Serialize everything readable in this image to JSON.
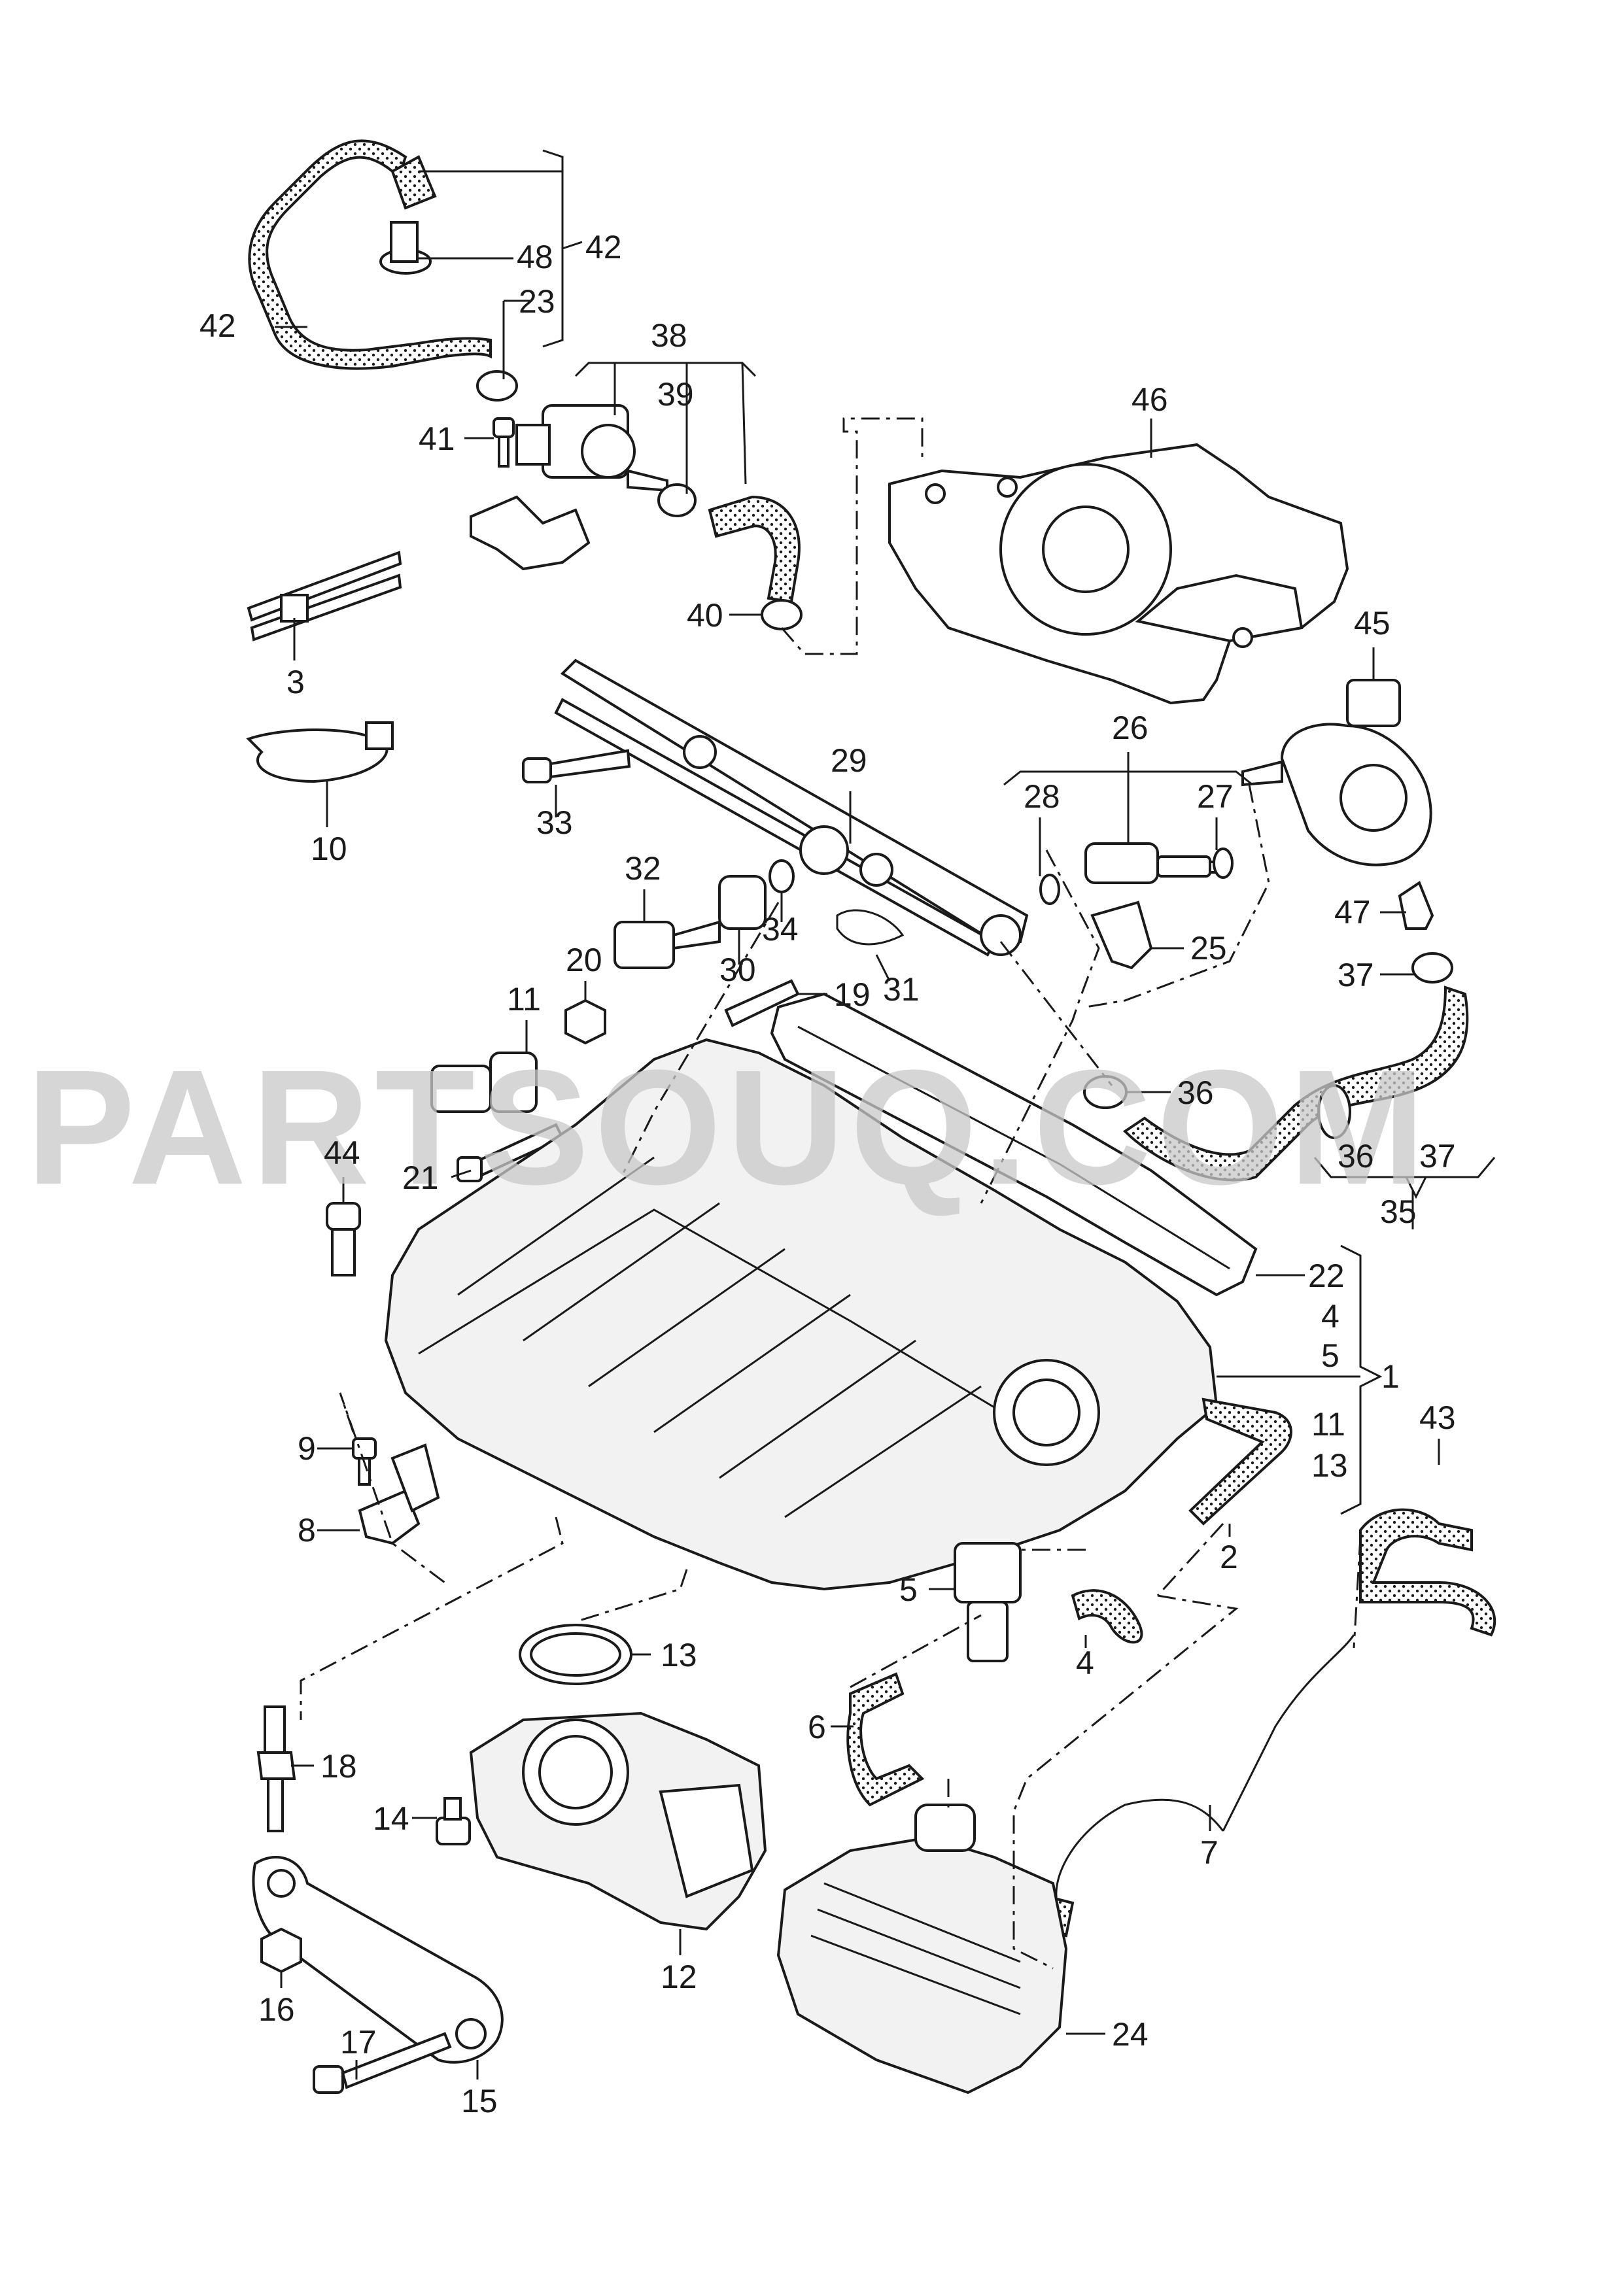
{
  "watermark": "PARTSOUQ.COM",
  "labels": {
    "l1": "1",
    "l2": "2",
    "l3": "3",
    "l4a": "4",
    "l4b": "4",
    "l5a": "5",
    "l5b": "5",
    "l6": "6",
    "l7": "7",
    "l8": "8",
    "l9": "9",
    "l10": "10",
    "l11a": "11",
    "l11b": "11",
    "l12": "12",
    "l13a": "13",
    "l13b": "13",
    "l14": "14",
    "l15": "15",
    "l16": "16",
    "l17": "17",
    "l18": "18",
    "l19": "19",
    "l20": "20",
    "l21": "21",
    "l22": "22",
    "l23": "23",
    "l24": "24",
    "l25": "25",
    "l26": "26",
    "l27": "27",
    "l28": "28",
    "l29": "29",
    "l30": "30",
    "l31": "31",
    "l32": "32",
    "l33": "33",
    "l34": "34",
    "l35": "35",
    "l36a": "36",
    "l36b": "36",
    "l37a": "37",
    "l37b": "37",
    "l38": "38",
    "l39": "39",
    "l40": "40",
    "l41": "41",
    "l42a": "42",
    "l42b": "42",
    "l43": "43",
    "l44": "44",
    "l45": "45",
    "l46": "46",
    "l47": "47",
    "l48": "48"
  }
}
